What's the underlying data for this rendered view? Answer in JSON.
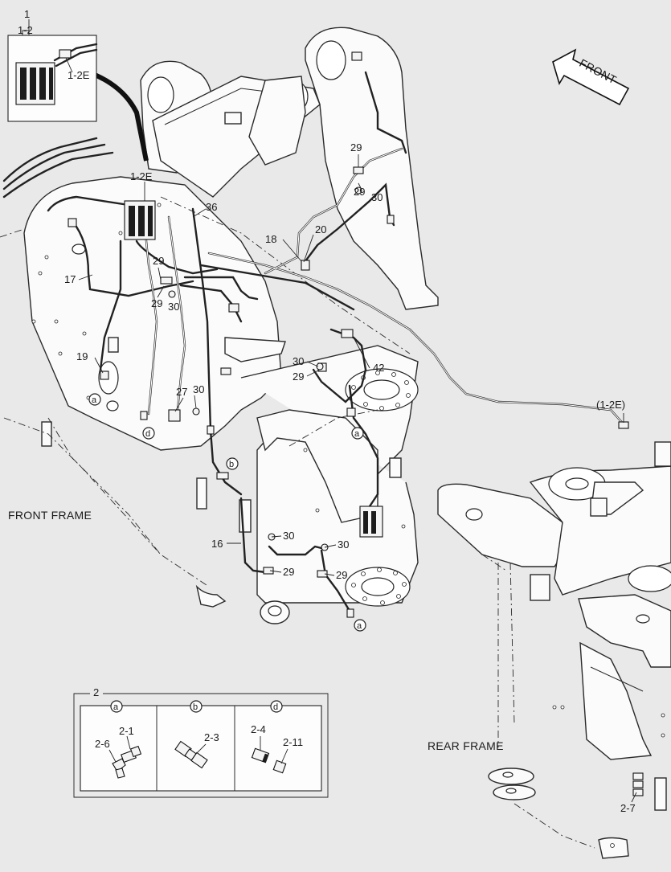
{
  "callouts": {
    "assembly": "1",
    "sub_assembly": "1-2",
    "group": "2",
    "l_1_2e_inset": "1-2E",
    "l_1_2e_frame": "1-2E",
    "l_1_2e_ref": "(1-2E)",
    "l_36": "36",
    "l_29_top": "29",
    "l_29_b": "29",
    "l_30_b": "30",
    "l_18": "18",
    "l_20": "20",
    "l_17": "17",
    "l_29_c": "29",
    "l_29_d": "29",
    "l_30_d": "30",
    "l_19": "19",
    "l_27": "27",
    "l_30_e": "30",
    "l_30_f": "30",
    "l_29_f": "29",
    "l_42": "42",
    "l_16": "16",
    "l_30_g": "30",
    "l_30_h": "30",
    "l_29_g": "29",
    "l_29_h": "29",
    "l_2_1": "2-1",
    "l_2_6": "2-6",
    "l_2_3": "2-3",
    "l_2_4": "2-4",
    "l_2_11": "2-11",
    "l_2_7": "2-7"
  },
  "ref_marks": {
    "a1": "a",
    "a2": "a",
    "a3": "a",
    "b1": "b",
    "d1": "d",
    "box_a": "a",
    "box_b": "b",
    "box_d": "d"
  },
  "labels": {
    "front_arrow": "FRONT",
    "front_frame": "FRONT FRAME",
    "rear_frame": "REAR FRAME"
  }
}
